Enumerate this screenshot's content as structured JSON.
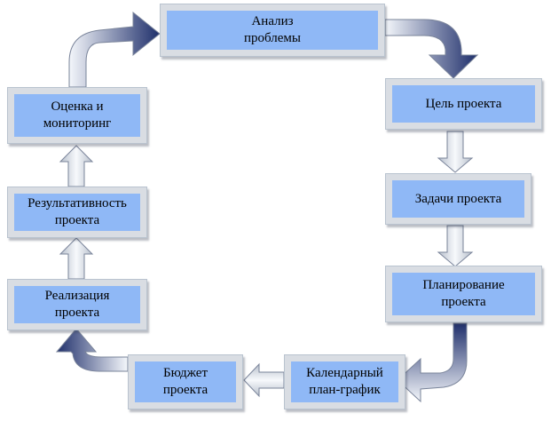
{
  "nodes": [
    {
      "id": "problem-analysis",
      "label": "Анализ\nпроблемы"
    },
    {
      "id": "project-goal",
      "label": "Цель проекта"
    },
    {
      "id": "project-tasks",
      "label": "Задачи проекта"
    },
    {
      "id": "project-planning",
      "label": "Планирование\nпроекта"
    },
    {
      "id": "calendar-schedule",
      "label": "Календарный\nплан-график"
    },
    {
      "id": "project-budget",
      "label": "Бюджет\nпроекта"
    },
    {
      "id": "project-implementation",
      "label": "Реализация\nпроекта"
    },
    {
      "id": "project-effectiveness",
      "label": "Результативность\nпроекта"
    },
    {
      "id": "evaluation-monitoring",
      "label": "Оценка и\nмониторинг"
    }
  ],
  "edges": [
    {
      "from": "problem-analysis",
      "to": "project-goal"
    },
    {
      "from": "project-goal",
      "to": "project-tasks"
    },
    {
      "from": "project-tasks",
      "to": "project-planning"
    },
    {
      "from": "project-planning",
      "to": "calendar-schedule"
    },
    {
      "from": "calendar-schedule",
      "to": "project-budget"
    },
    {
      "from": "project-budget",
      "to": "project-implementation"
    },
    {
      "from": "project-implementation",
      "to": "project-effectiveness"
    },
    {
      "from": "project-effectiveness",
      "to": "evaluation-monitoring"
    },
    {
      "from": "evaluation-monitoring",
      "to": "problem-analysis"
    }
  ],
  "colors": {
    "box_fill": "#8fb8f6",
    "box_frame": "#d9dde3",
    "arrow_dark": "#1f2f6b",
    "arrow_light": "#f4f7fb"
  }
}
